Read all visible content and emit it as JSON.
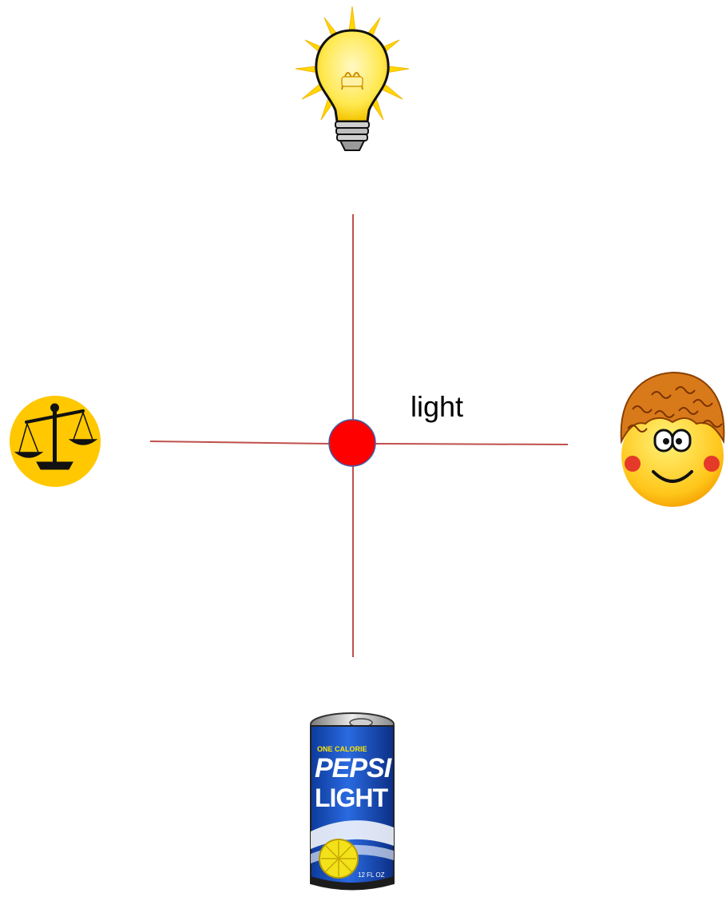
{
  "diagram": {
    "center_label": "light",
    "node_color": "#ff0000",
    "axis_color": "#c0504d",
    "peripheral_images": [
      {
        "name": "light-bulb-icon",
        "meaning": "light bulb (illumination)"
      },
      {
        "name": "scales-icon",
        "meaning": "balance scales (weight)"
      },
      {
        "name": "curly-hair-smiley-icon",
        "meaning": "smiley with curly light-colored hair"
      },
      {
        "name": "pepsi-light-can-icon",
        "meaning": "diet soda can"
      }
    ],
    "can_text": {
      "top": "ONE CALORIE",
      "brand": "PEPSI",
      "product": "LIGHT",
      "volume": "12 FL OZ"
    }
  }
}
